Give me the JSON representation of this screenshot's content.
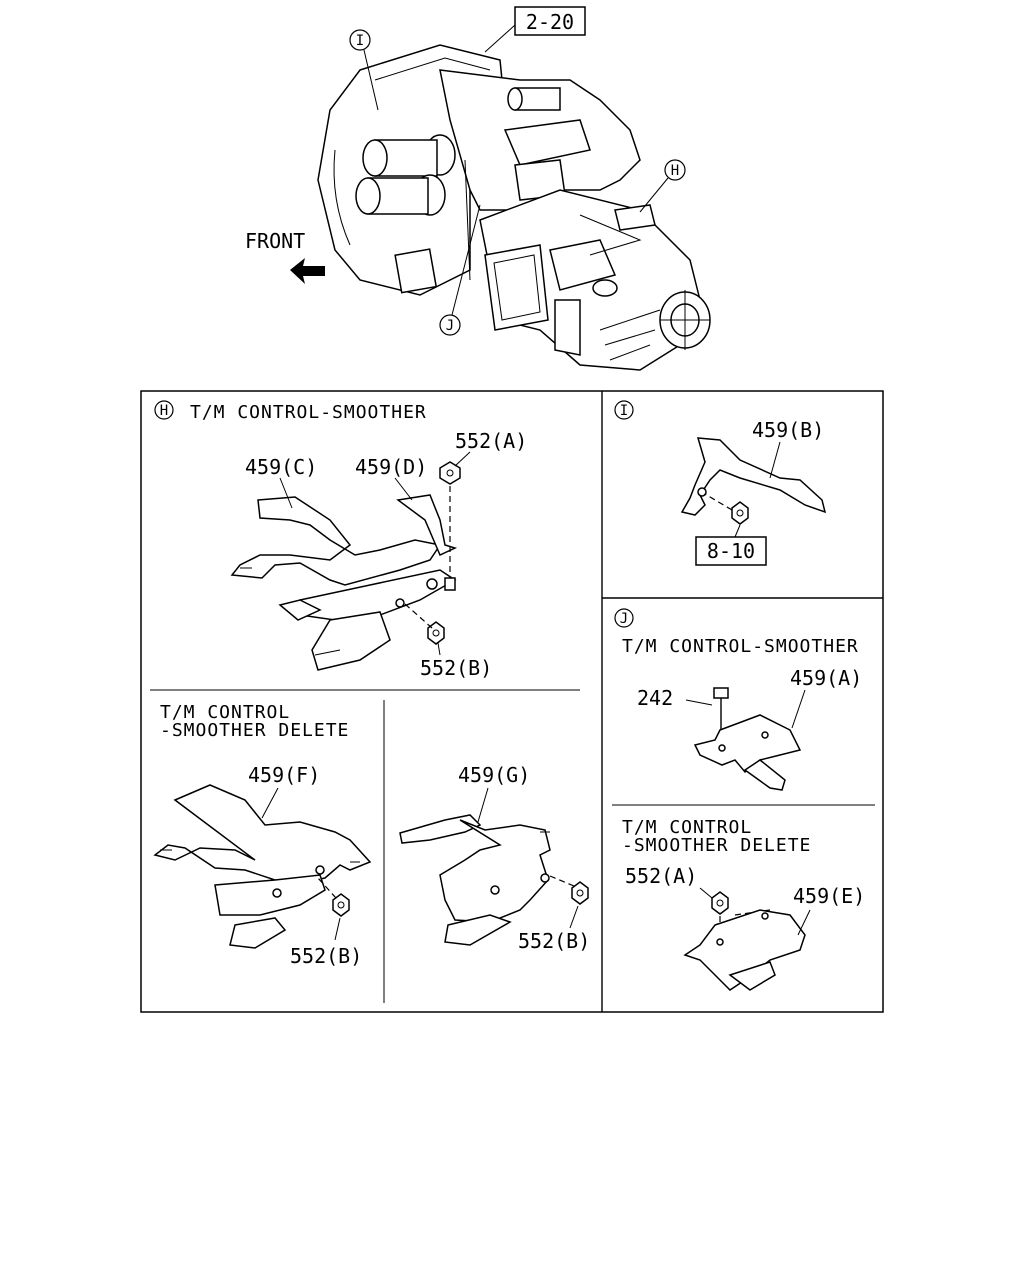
{
  "overview": {
    "ref_box": "2-20",
    "front_label": "FRONT",
    "markers": {
      "i": "I",
      "h": "H",
      "j": "J"
    }
  },
  "panel_h": {
    "marker": "H",
    "title": "T/M CONTROL-SMOOTHER",
    "labels": {
      "p459c": "459(C)",
      "p459d": "459(D)",
      "p552a": "552(A)",
      "p552b": "552(B)"
    }
  },
  "panel_delete_left": {
    "title_line1": "T/M CONTROL",
    "title_line2": "-SMOOTHER DELETE",
    "labels": {
      "p459f": "459(F)",
      "p552b": "552(B)"
    }
  },
  "panel_delete_right": {
    "labels": {
      "p459g": "459(G)",
      "p552b": "552(B)"
    }
  },
  "panel_i": {
    "marker": "I",
    "labels": {
      "p459b": "459(B)",
      "ref": "8-10"
    }
  },
  "panel_j": {
    "marker": "J",
    "title": "T/M CONTROL-SMOOTHER",
    "labels": {
      "p242": "242",
      "p459a": "459(A)"
    }
  },
  "panel_j_delete": {
    "title_line1": "T/M CONTROL",
    "title_line2": "-SMOOTHER DELETE",
    "labels": {
      "p552a": "552(A)",
      "p459e": "459(E)"
    }
  }
}
